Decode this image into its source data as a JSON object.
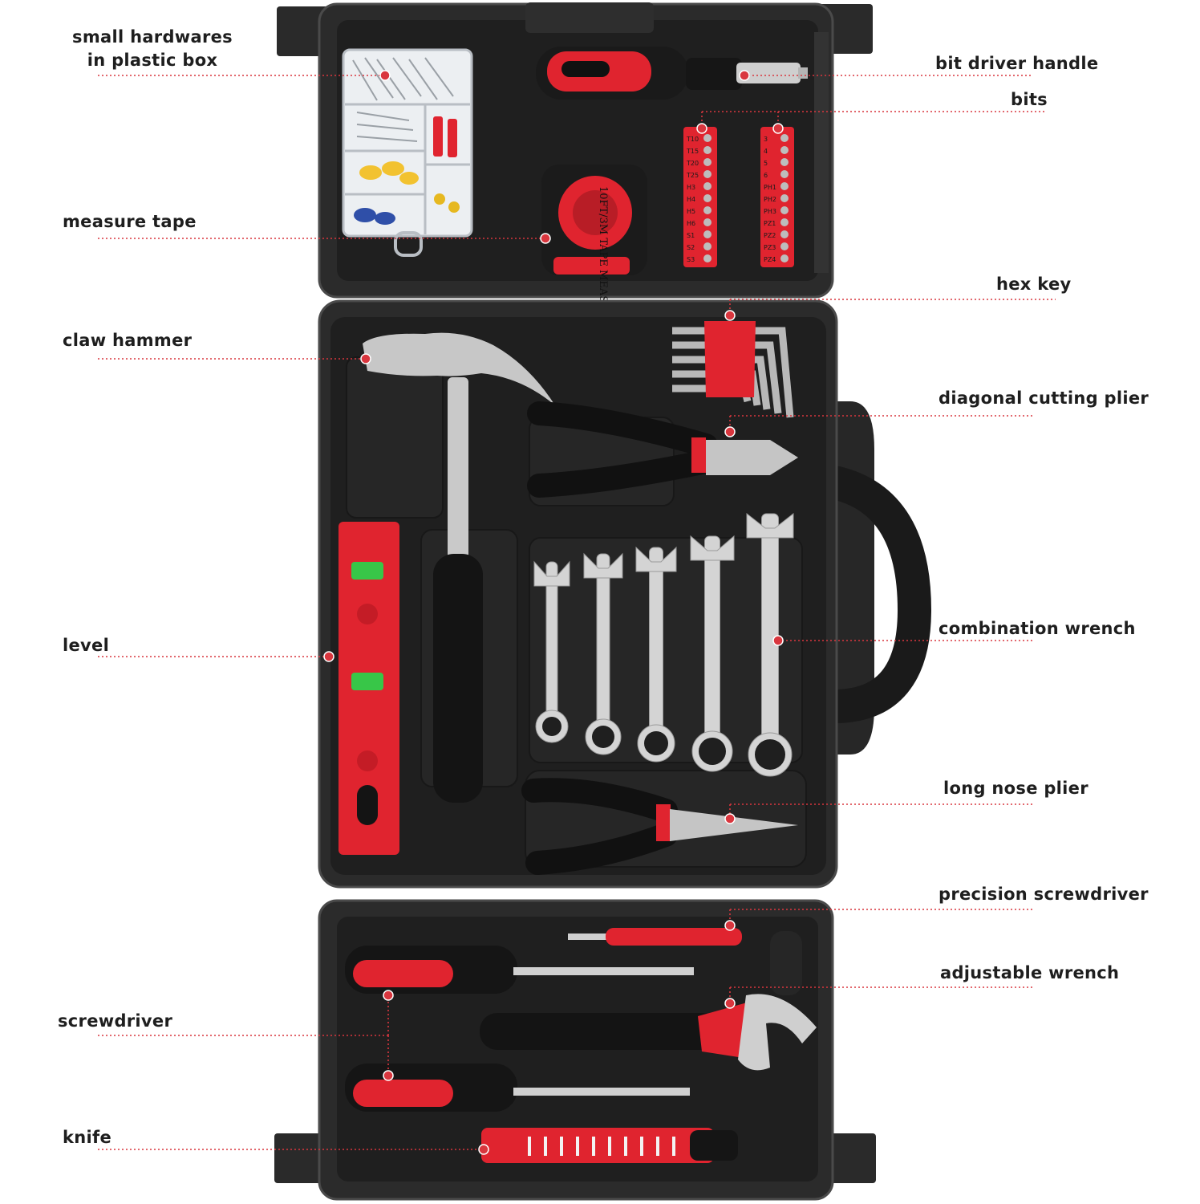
{
  "diagram": {
    "colors": {
      "case": "#2b2b2b",
      "case_edge": "#4a4a4a",
      "tray": "#1f1f1f",
      "accent_red": "#e0242f",
      "leader": "#d9363e",
      "metal": "#d4d4d4",
      "text": "#1e1e1e"
    },
    "labels": [
      {
        "id": "small-hardwares",
        "text": "small hardwares in plastic box",
        "side": "left"
      },
      {
        "id": "measure-tape",
        "text": "measure tape",
        "side": "left"
      },
      {
        "id": "claw-hammer",
        "text": "claw hammer",
        "side": "left"
      },
      {
        "id": "level",
        "text": "level",
        "side": "left"
      },
      {
        "id": "screwdriver",
        "text": "screwdriver",
        "side": "left"
      },
      {
        "id": "knife",
        "text": "knife",
        "side": "left"
      },
      {
        "id": "bit-driver-handle",
        "text": "bit driver handle",
        "side": "right"
      },
      {
        "id": "bits",
        "text": "bits",
        "side": "right"
      },
      {
        "id": "hex-key",
        "text": "hex key",
        "side": "right"
      },
      {
        "id": "diagonal-cutting-plier",
        "text": "diagonal cutting plier",
        "side": "right"
      },
      {
        "id": "combination-wrench",
        "text": "combination wrench",
        "side": "right"
      },
      {
        "id": "long-nose-plier",
        "text": "long nose plier",
        "side": "right"
      },
      {
        "id": "precision-screwdriver",
        "text": "precision screwdriver",
        "side": "right"
      },
      {
        "id": "adjustable-wrench",
        "text": "adjustable wrench",
        "side": "right"
      }
    ],
    "tape_face_text": [
      "10FT/3M",
      "TAPE",
      "MEASURE"
    ],
    "bit_sizes_left": [
      "T10",
      "T15",
      "T20",
      "T25",
      "H3",
      "H4",
      "H5",
      "H6",
      "S1",
      "S2",
      "S3"
    ],
    "bit_sizes_right": [
      "3",
      "4",
      "5",
      "6",
      "PH1",
      "PH2",
      "PH3",
      "PZ1",
      "PZ2",
      "PZ3",
      "PZ4"
    ]
  }
}
